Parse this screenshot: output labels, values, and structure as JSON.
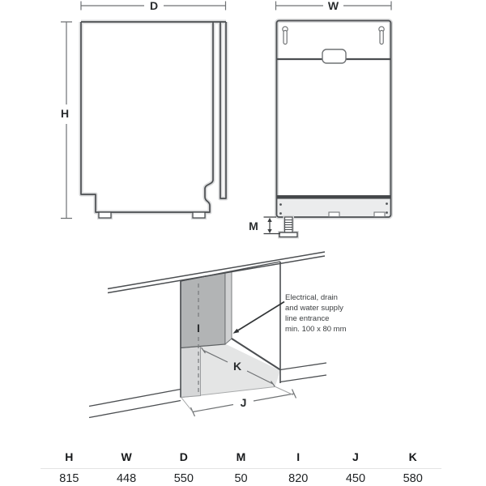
{
  "side_view": {
    "depth_label": "D",
    "height_label": "H"
  },
  "front_view": {
    "width_label": "W",
    "leveling_foot_label": "M"
  },
  "niche_view": {
    "height_label": "I",
    "depth_label": "K",
    "width_label": "J",
    "annotation": "Electrical, drain\nand water supply\nline entrance\nmin. 100 x 80 mm"
  },
  "dimensions_table": {
    "columns": [
      {
        "label": "H",
        "value": "815"
      },
      {
        "label": "W",
        "value": "448"
      },
      {
        "label": "D",
        "value": "550"
      },
      {
        "label": "M",
        "value": "50"
      },
      {
        "label": "I",
        "value": "820"
      },
      {
        "label": "J",
        "value": "450"
      },
      {
        "label": "K",
        "value": "580"
      }
    ]
  },
  "colors": {
    "outline_dark": "#4b4e51",
    "outline_glow": "#d9dadb",
    "panel_dark_fill": "#b2b4b5",
    "pillar_light_fill": "#d6d7d8",
    "floor_fill": "#e4e5e5",
    "base_band_fill": "#45484b",
    "toe_kick_fill": "#ebeced",
    "table_separator": "#e3e3e3"
  }
}
